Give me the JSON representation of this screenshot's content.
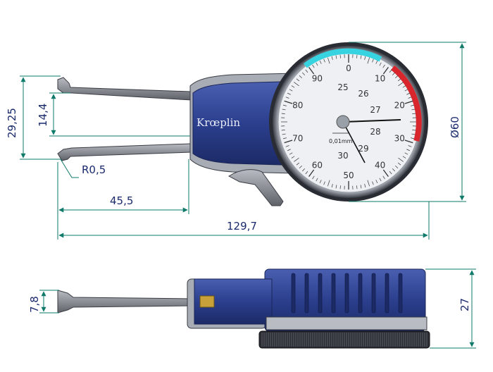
{
  "brand": "Krœplin",
  "colors": {
    "body_blue": "#2b3f8e",
    "dimension": "#0f7a6a",
    "dimension_text": "#1a2a6c",
    "dial_red": "#d9262c",
    "dial_cyan": "#38d3e0",
    "metal": "#8c8f96"
  },
  "dimensions": {
    "jaw_height": "29,25",
    "jaw_opening": "14,4",
    "tip_radius": "R0,5",
    "arm_length": "45,5",
    "total_length": "129,7",
    "dial_diameter": "Ø60",
    "tip_width": "7,8",
    "body_thickness": "27"
  },
  "dial": {
    "outer_labels": [
      "0",
      "10",
      "20",
      "30",
      "40",
      "50",
      "60",
      "70",
      "80",
      "90"
    ],
    "inner_labels": [
      "25",
      "26",
      "27",
      "28",
      "29",
      "30"
    ],
    "resolution": "0,01mm"
  }
}
